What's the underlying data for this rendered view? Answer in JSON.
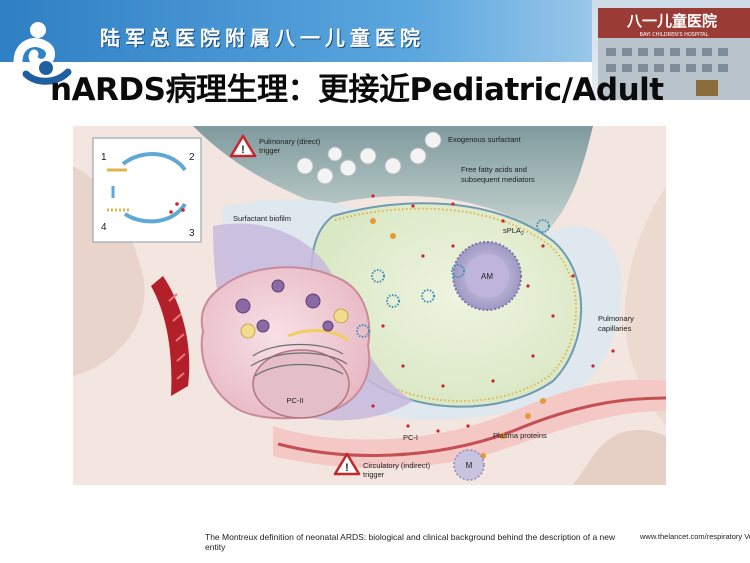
{
  "header": {
    "hospital_name": "陆军总医院附属八一儿童医院",
    "building_sign": "八一儿童医院",
    "building_subtitle": "BAYI CHILDREN'S HOSPITAL"
  },
  "slide_title": "nARDS病理生理：更接近Pediatric/Adult",
  "figure": {
    "inset_steps": [
      "1",
      "2",
      "3",
      "4"
    ],
    "labels": {
      "pulmonary_trigger_1": "Pulmonary (direct)",
      "pulmonary_trigger_2": "trigger",
      "exogenous_surfactant": "Exogenous surfactant",
      "ffa_1": "Free fatty acids and",
      "ffa_2": "subsequent mediators",
      "spla2": "sPLA",
      "spla2_sub": "2",
      "surfactant_biofilm": "Surfactant biofilm",
      "am": "AM",
      "pc2": "PC-II",
      "pc1": "PC-I",
      "pulmonary_capillaries_1": "Pulmonary",
      "pulmonary_capillaries_2": "capillaries",
      "plasma_proteins": "Plasma proteins",
      "circulatory_trigger_1": "Circulatory (indirect)",
      "circulatory_trigger_2": "trigger",
      "m": "M"
    }
  },
  "caption": "The Montreux definition of neonatal ARDS: biological and clinical background behind the description of a new entity",
  "source": "www.thelancet.com/respiratory  Vo",
  "colors": {
    "banner_blue": "#2f7fc4",
    "title_text": "#0b0b0b",
    "cell_pink": "#f3d4dc",
    "alveolar_green": "#e6efd6",
    "vessel_red": "#b3202a"
  }
}
